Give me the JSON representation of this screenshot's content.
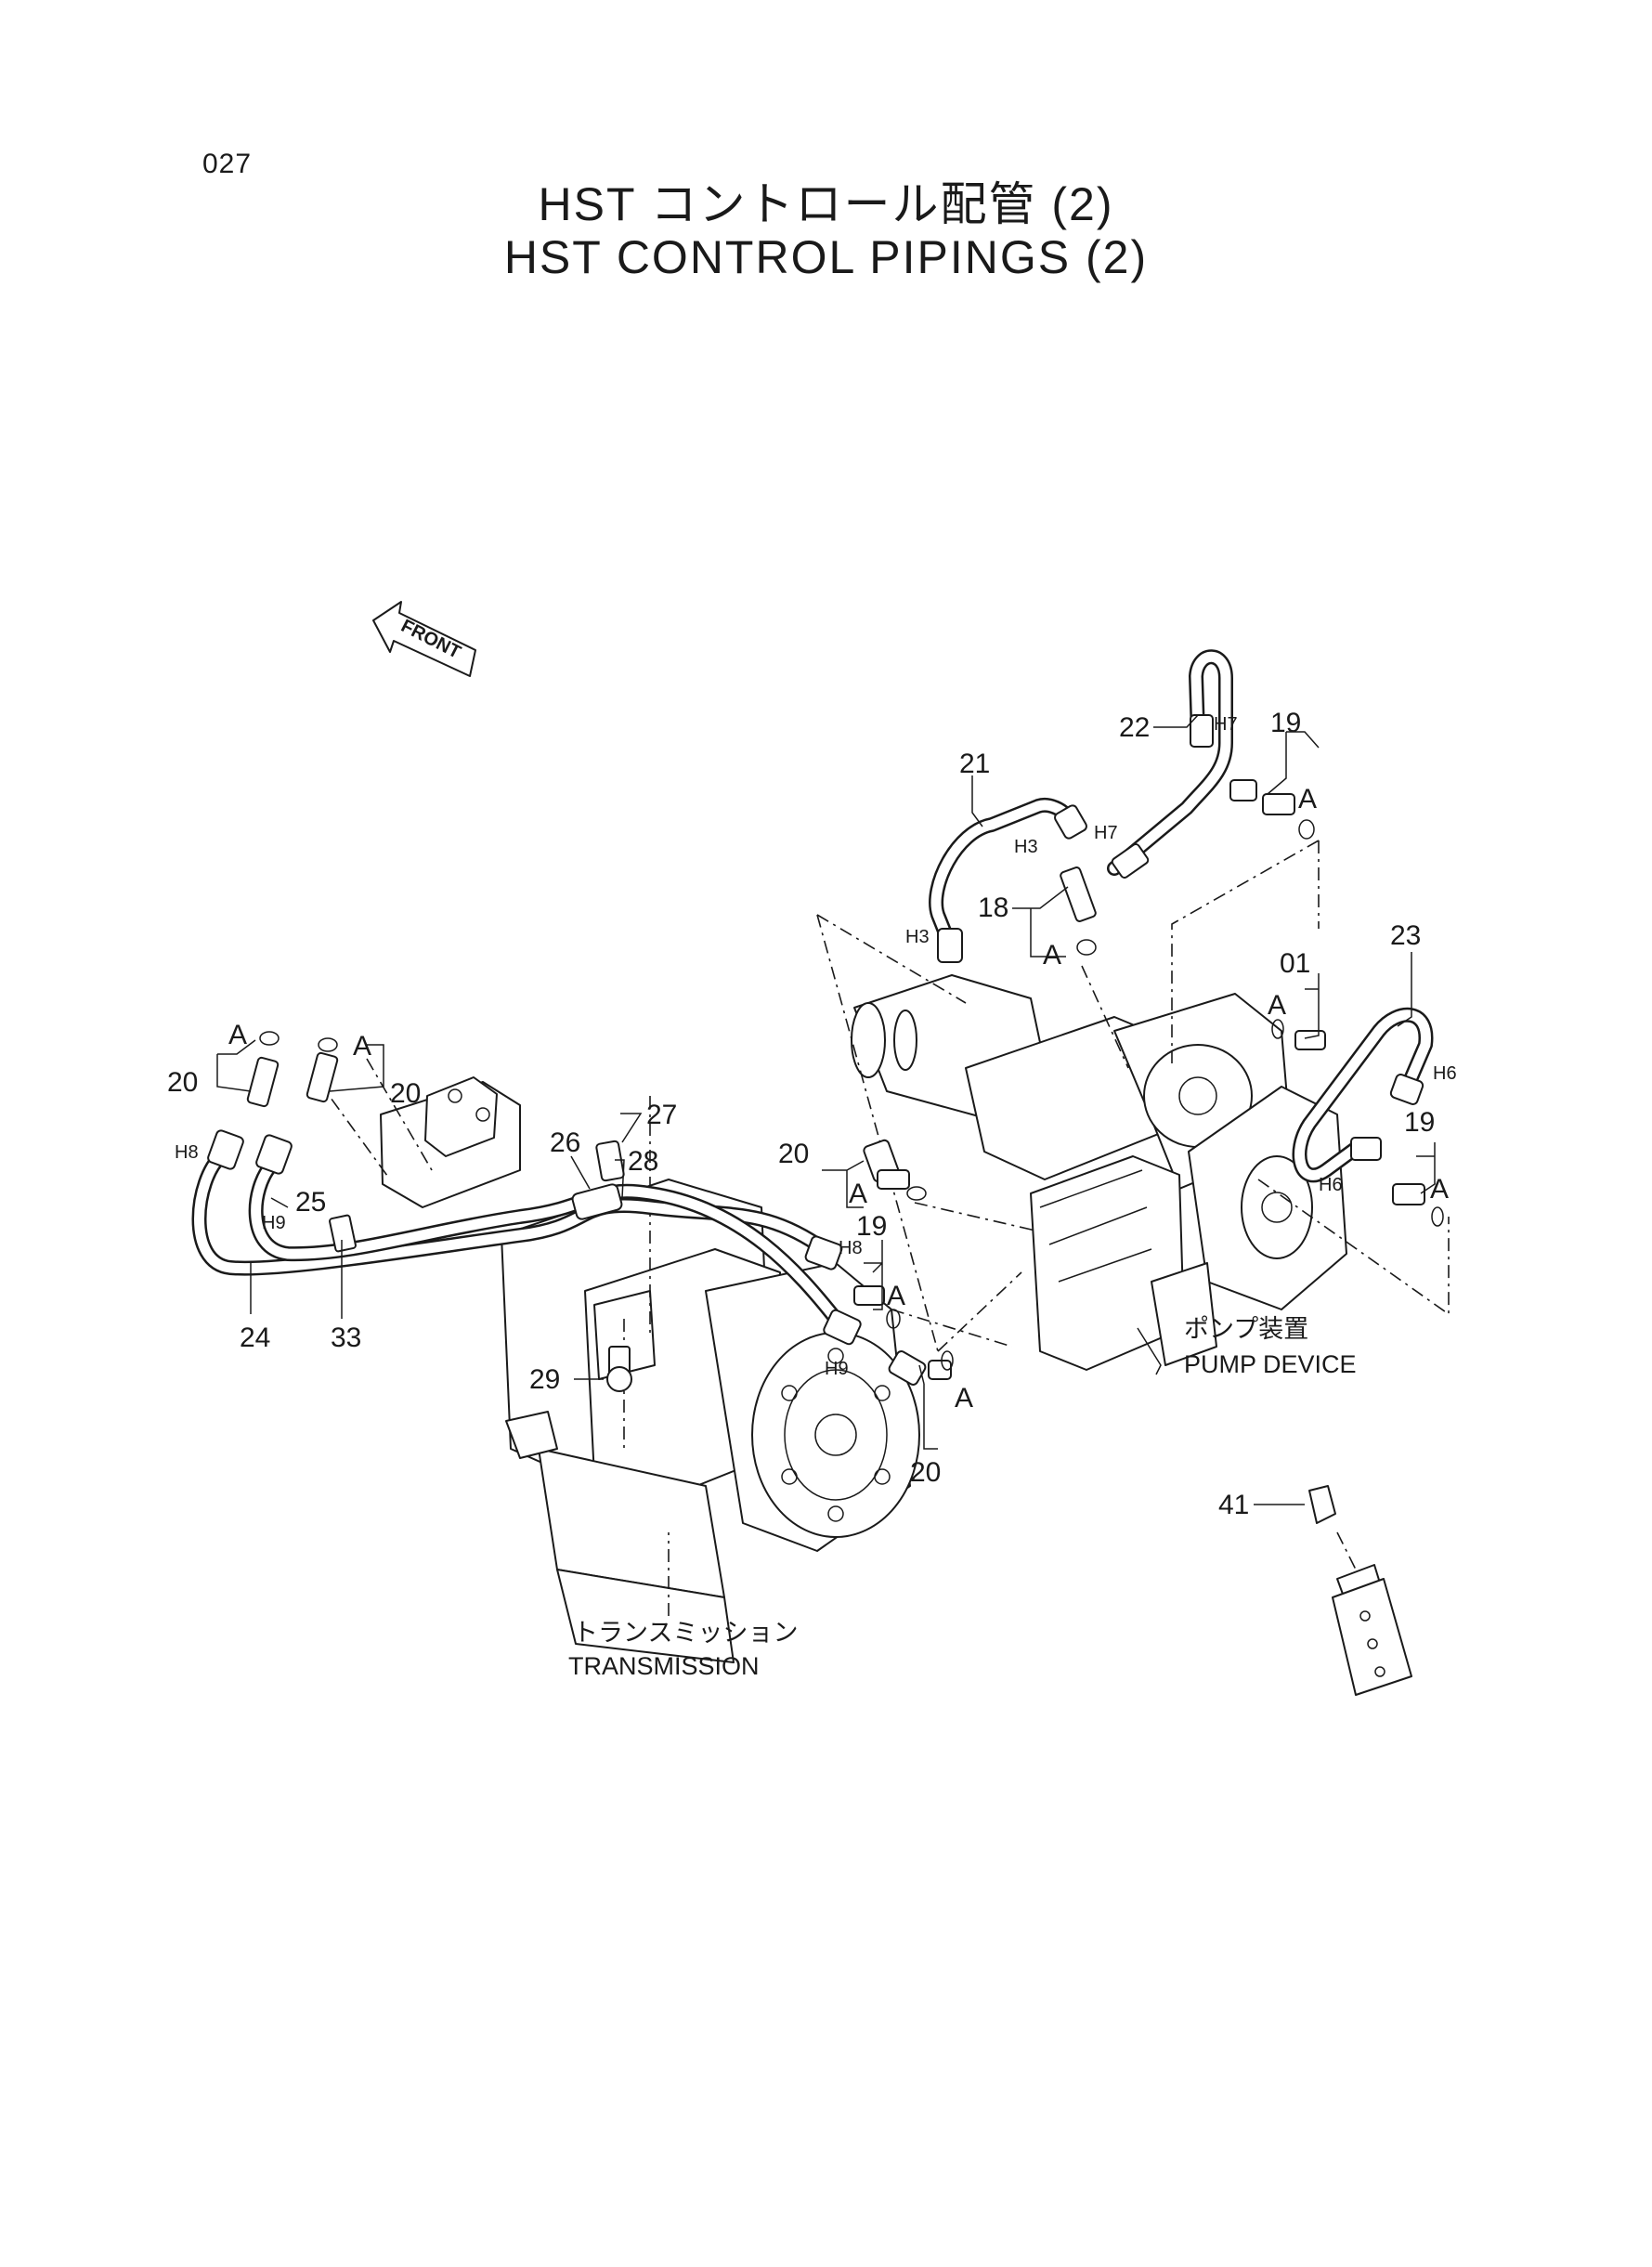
{
  "page_number": "027",
  "title_ja": "HST コントロール配管 (2)",
  "title_en": "HST CONTROL PIPINGS (2)",
  "front_label": "FRONT",
  "sections": {
    "pump_ja": "ポンプ装置",
    "pump_en": "PUMP DEVICE",
    "transmission_ja": "トランスミッション",
    "transmission_en": "TRANSMISSION"
  },
  "callouts": {
    "c01": "01",
    "c18": "18",
    "c19a": "19",
    "c19b": "19",
    "c19c": "19",
    "c20a": "20",
    "c20b": "20",
    "c20c": "20",
    "c20d": "20",
    "c21": "21",
    "c22": "22",
    "c23": "23",
    "c24": "24",
    "c25": "25",
    "c26": "26",
    "c27": "27",
    "c28": "28",
    "c29": "29",
    "c33": "33",
    "c41": "41"
  },
  "hose_ends": {
    "h3a": "H3",
    "h3b": "H3",
    "h6a": "H6",
    "h6b": "H6",
    "h7a": "H7",
    "h7b": "H7",
    "h8a": "H8",
    "h8b": "H8",
    "h9a": "H9",
    "h9b": "H9"
  },
  "ref_marks": {
    "a1": "A",
    "a2": "A",
    "a3": "A",
    "a4": "A",
    "a5": "A",
    "a6": "A",
    "a7": "A",
    "a8": "A",
    "a9": "A"
  }
}
